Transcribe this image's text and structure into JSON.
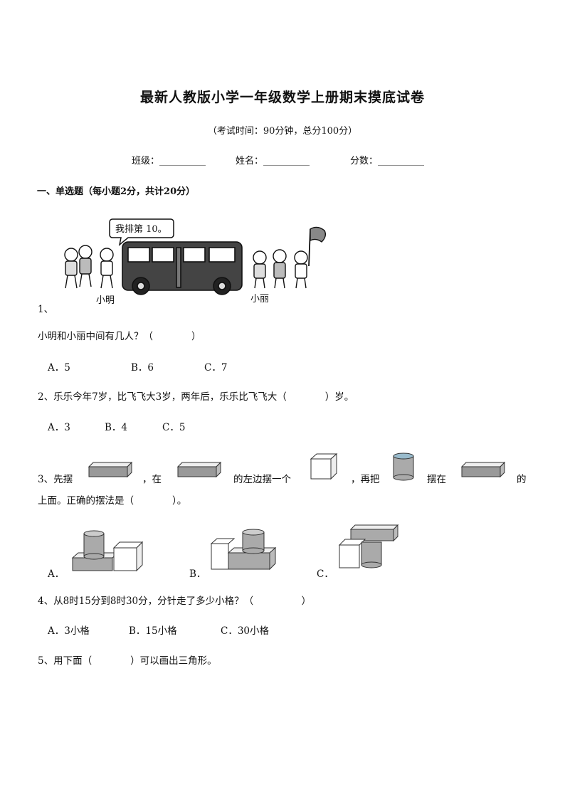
{
  "title": "最新人教版小学一年级数学上册期末摸底试卷",
  "subtitle": "（考试时间：90分钟，总分100分）",
  "info": {
    "class_label": "班级：__________",
    "name_label": "姓名：__________",
    "score_label": "分数：__________"
  },
  "section1": "一、单选题（每小题2分，共计20分）",
  "q1": {
    "number": "1、",
    "speech": "我排第 10。",
    "name_left": "小明",
    "name_right": "小丽",
    "text": "小明和小丽中间有几人？（　　　　）",
    "options": [
      "A．5",
      "B．6",
      "C．7"
    ]
  },
  "q2": {
    "text": "2、乐乐今年7岁，比飞飞大3岁，两年后，乐乐比飞飞大（　　　　）岁。",
    "options": [
      "A．3",
      "B．4",
      "C．5"
    ]
  },
  "q3": {
    "p1": "3、先摆",
    "p2": "，在",
    "p3": "的左边摆一个",
    "p4": "，再把",
    "p5": "摆在",
    "p6": "的",
    "line2": "上面。正确的摆法是（　　　　）。",
    "options": [
      "A．",
      "B．",
      "C．"
    ]
  },
  "q4": {
    "text": "4、从8时15分到8时30分，分针走了多少小格？（　　　　　）",
    "options": [
      "A．3小格",
      "B．15小格",
      "C．30小格"
    ]
  },
  "q5": {
    "text": "5、用下面（　　　　）可以画出三角形。"
  }
}
